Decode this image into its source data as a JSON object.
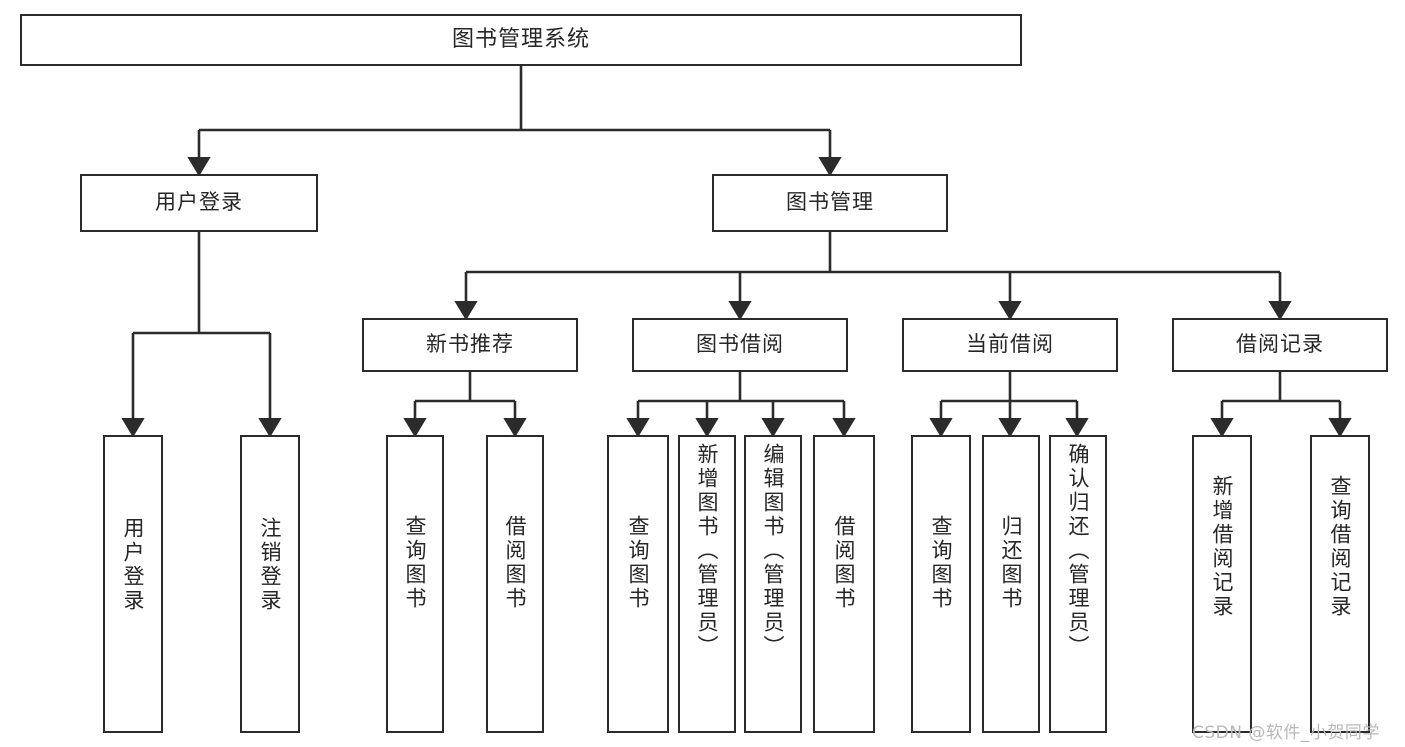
{
  "diagram": {
    "type": "tree-hierarchy-diagram",
    "title": "图书管理系统",
    "watermark": "CSDN @软件_小贺同学",
    "colors": {
      "stroke": "#2b2b2b",
      "fill": "#ffffff",
      "text": "#262626",
      "watermark": "#b9b9b9"
    },
    "levels": {
      "root": {
        "label": "图书管理系统"
      },
      "level1": [
        {
          "label": "用户登录"
        },
        {
          "label": "图书管理"
        }
      ],
      "level2": [
        {
          "label": "新书推荐"
        },
        {
          "label": "图书借阅"
        },
        {
          "label": "当前借阅"
        },
        {
          "label": "借阅记录"
        }
      ],
      "leaves": {
        "user_login": [
          {
            "label": "用户登录",
            "align": "middle"
          },
          {
            "label": "注销登录",
            "align": "middle"
          }
        ],
        "new_book_recommend": [
          {
            "label": "查询图书",
            "align": "middle"
          },
          {
            "label": "借阅图书",
            "align": "middle"
          }
        ],
        "book_borrow": [
          {
            "label": "查询图书",
            "align": "middle"
          },
          {
            "label": "新增图书（管理员）",
            "align": "top"
          },
          {
            "label": "编辑图书（管理员）",
            "align": "top"
          },
          {
            "label": "借阅图书",
            "align": "middle"
          }
        ],
        "current_borrow": [
          {
            "label": "查询图书",
            "align": "middle"
          },
          {
            "label": "归还图书",
            "align": "middle"
          },
          {
            "label": "确认归还（管理员）",
            "align": "top"
          }
        ],
        "borrow_record": [
          {
            "label": "新增借阅记录",
            "align": "middle"
          },
          {
            "label": "查询借阅记录",
            "align": "middle"
          }
        ]
      }
    }
  }
}
